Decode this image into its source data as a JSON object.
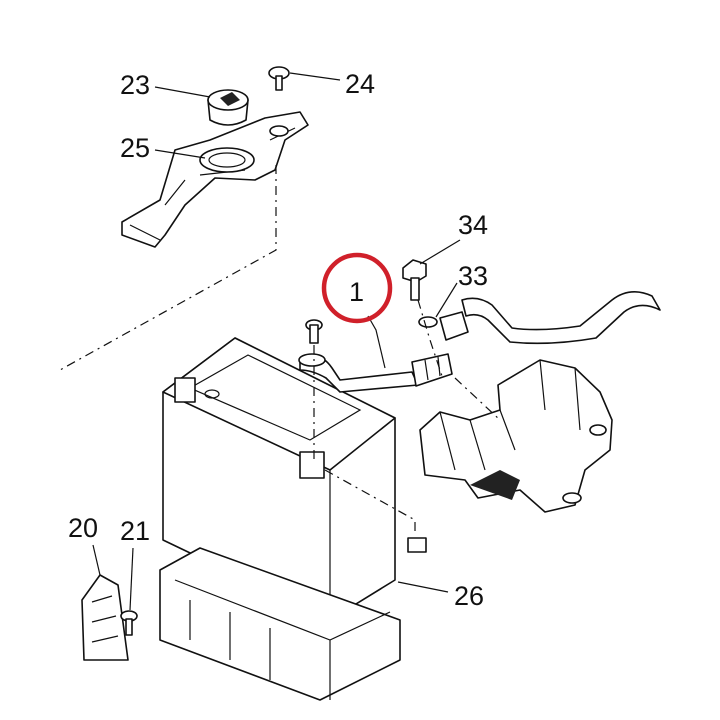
{
  "callouts": {
    "c1": "1",
    "c20": "20",
    "c21": "21",
    "c23": "23",
    "c24": "24",
    "c25": "25",
    "c26": "26",
    "c33": "33",
    "c34": "34"
  },
  "highlight": {
    "target": "1",
    "color": "#d0202a"
  },
  "icons": {
    "battery": "battery-icon",
    "cable": "battery-cable-icon",
    "bolt": "bolt-icon",
    "cap": "cap-icon"
  }
}
